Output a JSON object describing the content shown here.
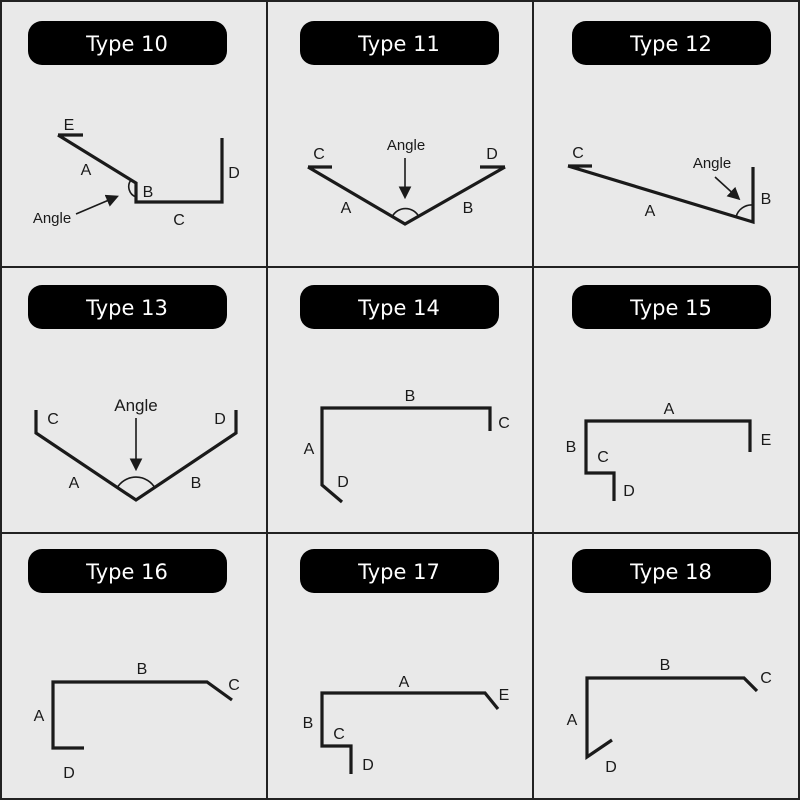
{
  "colors": {
    "background": "#e9e9e9",
    "pill": "#000000",
    "line": "#1a1a1a"
  },
  "panels": [
    {
      "title": "Type 10",
      "labels": {
        "e": "E",
        "a": "A",
        "b": "B",
        "c": "C",
        "d": "D",
        "angle": "Angle"
      }
    },
    {
      "title": "Type 11",
      "labels": {
        "c": "C",
        "d": "D",
        "a": "A",
        "b": "B",
        "angle": "Angle"
      }
    },
    {
      "title": "Type 12",
      "labels": {
        "c": "C",
        "a": "A",
        "b": "B",
        "angle": "Angle"
      }
    },
    {
      "title": "Type 13",
      "labels": {
        "c": "C",
        "d": "D",
        "a": "A",
        "b": "B",
        "angle": "Angle"
      }
    },
    {
      "title": "Type 14",
      "labels": {
        "a": "A",
        "b": "B",
        "c": "C",
        "d": "D"
      }
    },
    {
      "title": "Type 15",
      "labels": {
        "a": "A",
        "b": "B",
        "c": "C",
        "d": "D",
        "e": "E"
      }
    },
    {
      "title": "Type 16",
      "labels": {
        "a": "A",
        "b": "B",
        "c": "C",
        "d": "D"
      }
    },
    {
      "title": "Type 17",
      "labels": {
        "a": "A",
        "b": "B",
        "c": "C",
        "d": "D",
        "e": "E"
      }
    },
    {
      "title": "Type 18",
      "labels": {
        "a": "A",
        "b": "B",
        "c": "C",
        "d": "D"
      }
    }
  ]
}
